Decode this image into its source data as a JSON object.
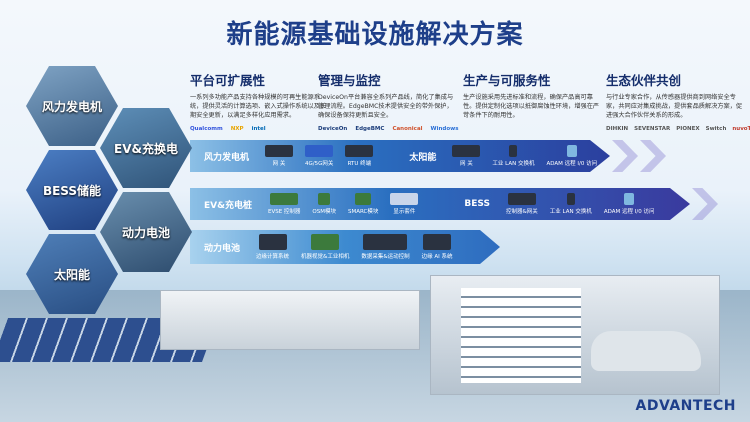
{
  "title": "新能源基础设施解决方案",
  "columns": [
    {
      "heading": "平台可扩展性",
      "text": "一系列多功能产品支持各种规模的可再生能源系统，提供灵活的计算选项、嵌入式操作系统以及长期安全更新，以满足多样化应用需求。",
      "logos": [
        "Qualcomm",
        "NXP",
        "intel"
      ]
    },
    {
      "heading": "管理与监控",
      "text": "DeviceOn平台兼容全系列产品线，简化了集成与管理流程。EdgeBMC技术提供安全的带外保护，确保设备保持更新且安全。",
      "logos": [
        "DeviceOn",
        "EdgeBMC",
        "Canonical",
        "Windows"
      ]
    },
    {
      "heading": "生产与可服务性",
      "text": "生产设施采用先进标准和流程，确保产品高可靠性。提供定制化选项以抵御腐蚀性环境，增强在严苛条件下的耐用性。",
      "logos": []
    },
    {
      "heading": "生态伙伴共创",
      "text": "与行业专家合作，从传感器提供商到网络安全专家，共同应对集成挑战，提供套品质解决方案，促进强大合作伙伴关系的形成。",
      "logos": [
        "DIHKIN",
        "SEVENSTAR",
        "PIONEX",
        "Switch",
        "nuvoTon"
      ]
    }
  ],
  "hexagons": [
    "风力发电机",
    "EV&充换电",
    "BESS储能",
    "动力电池",
    "太阳能"
  ],
  "rows": [
    {
      "segments": [
        {
          "label": "风力发电机",
          "products": [
            "网 关",
            "4G/5G网关",
            "RTU 终端"
          ]
        },
        {
          "label": "太阳能",
          "products": [
            "网 关",
            "工业 LAN 交换机",
            "ADAM 远程  I/0 访问"
          ]
        }
      ]
    },
    {
      "segments": [
        {
          "label": "EV&充电桩",
          "products": [
            "EVSE 控制器",
            "OSM模块",
            "SMARC模块",
            "显示套件"
          ]
        },
        {
          "label": "BESS",
          "products": [
            "控制器&网关",
            "工业 LAN 交换机",
            "ADAM 远程  I/0 访问"
          ]
        }
      ]
    },
    {
      "segments": [
        {
          "label": "动力电池",
          "products": [
            "边缘计算系统",
            "机器视觉&工业相机",
            "数据采集&运动控制",
            "边缘 AI 系统"
          ]
        }
      ]
    }
  ],
  "brand": "ADVANTECH",
  "colors": {
    "title": "#1e3f8a",
    "band1": "#1f5fb0",
    "band2": "#3d3a9e"
  }
}
